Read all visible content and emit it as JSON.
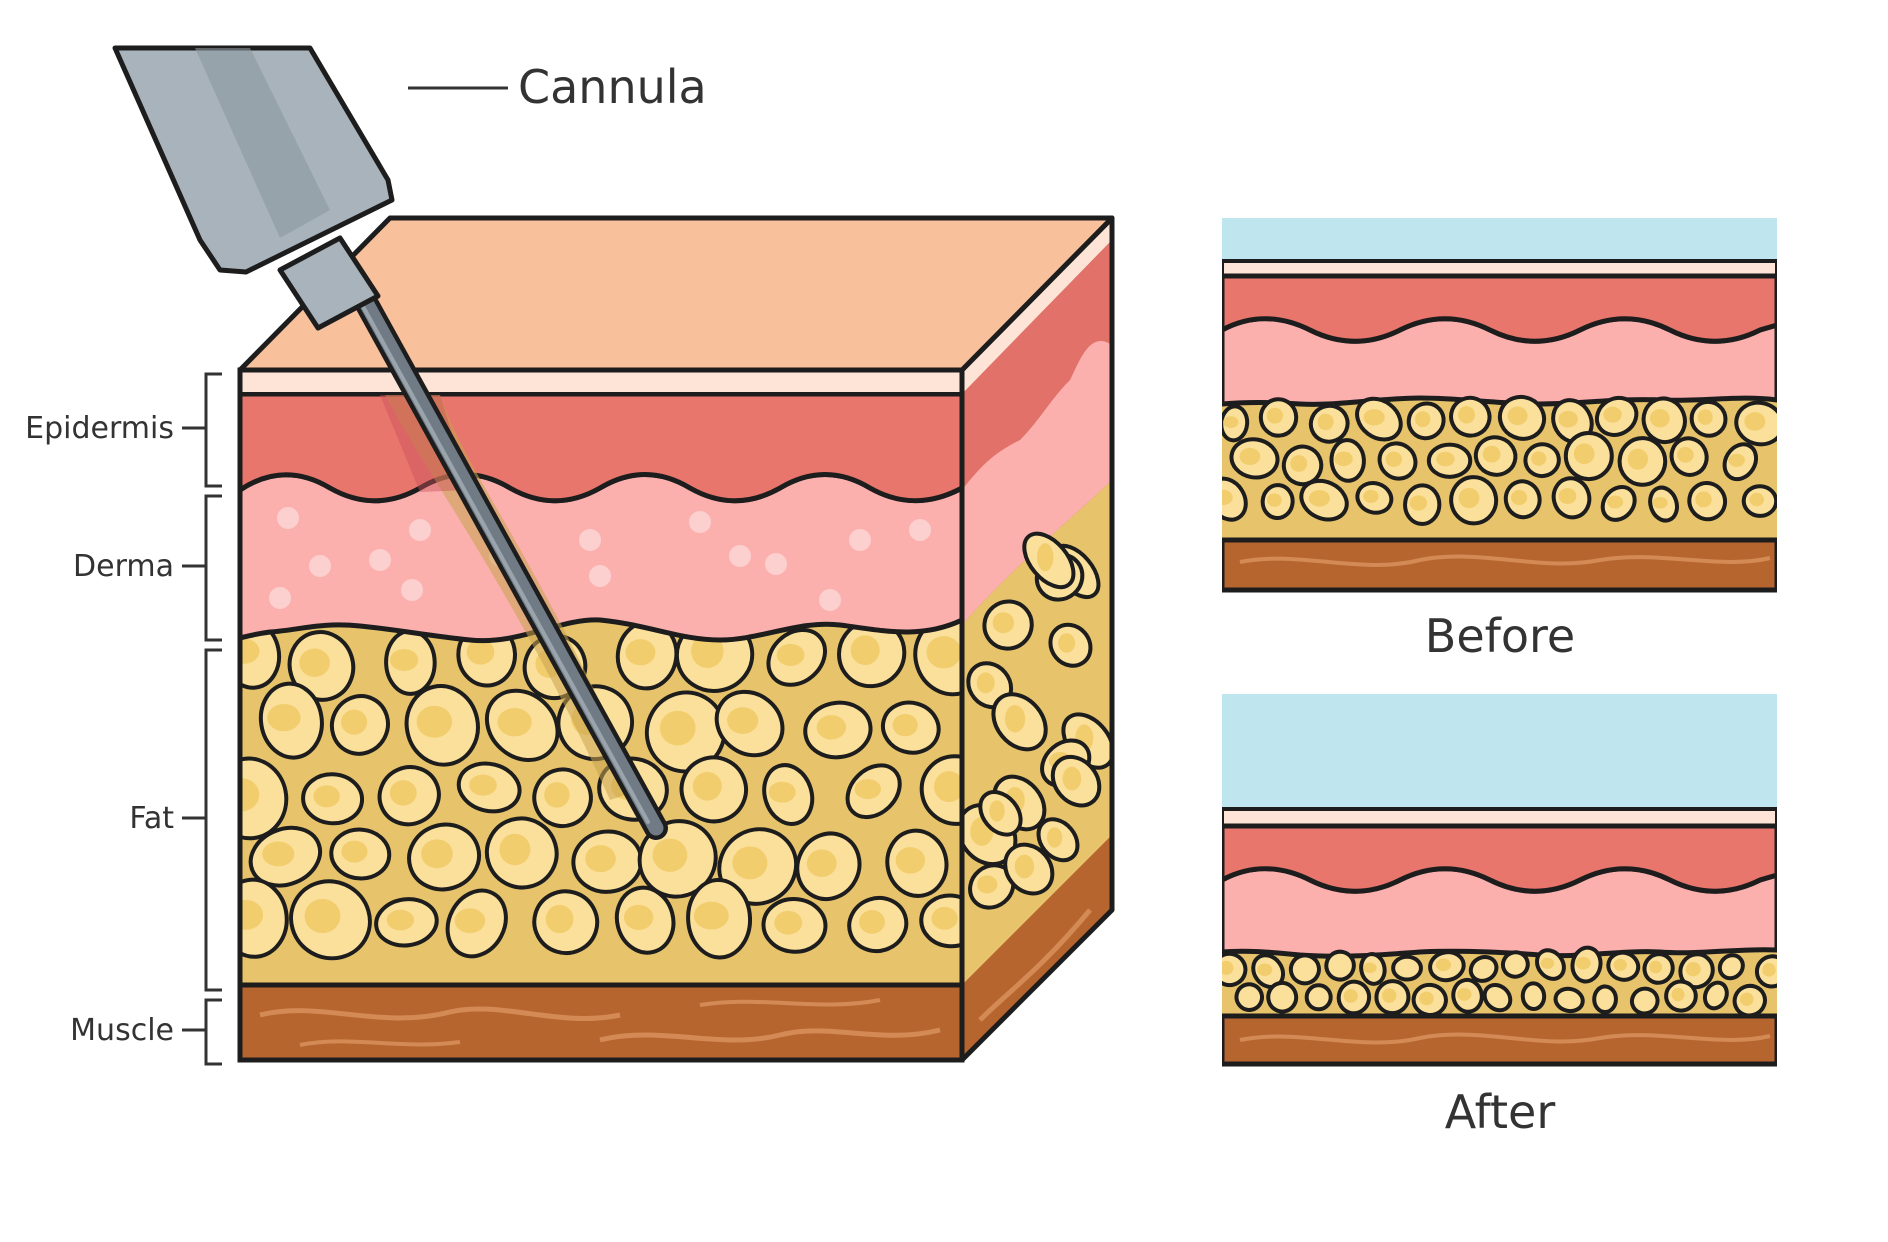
{
  "labels": {
    "cannula": "Cannula",
    "epidermis": "Epidermis",
    "derma": "Derma",
    "fat": "Fat",
    "muscle": "Muscle",
    "before": "Before",
    "after": "After"
  },
  "colors": {
    "top_skin": "#f9c09c",
    "epidermis_band": "#fde4d6",
    "epidermis": "#e8766c",
    "derma": "#fbb0ae",
    "derma_dots": "#fcd0cf",
    "fat": "#e7c46c",
    "fat_cell": "#fbe09b",
    "fat_cell_core": "#f1cd6d",
    "muscle": "#b7652f",
    "muscle_stripes": "#d38a54",
    "sky": "#bfe6ee",
    "cannula_body": "#a9b3bb",
    "cannula_needle": "#707b85",
    "outline": "#1d1d1d"
  }
}
